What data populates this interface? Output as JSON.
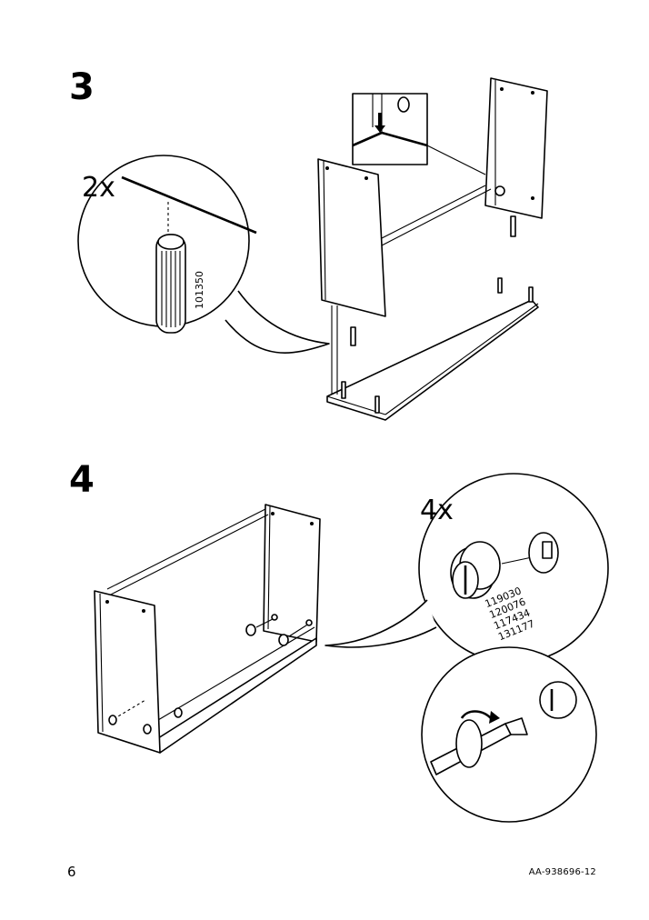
{
  "steps": [
    {
      "number": "3",
      "quantity": "2x",
      "part_numbers": [
        "101350"
      ]
    },
    {
      "number": "4",
      "quantity": "4x",
      "part_numbers": [
        "119030",
        "120076",
        "117434",
        "131177"
      ]
    }
  ],
  "footer": {
    "page_number": "6",
    "document_id": "AA-938696-12"
  },
  "icons": [
    "wooden-dowel-icon",
    "cam-lock-icon",
    "screwdriver-icon",
    "rotate-arrow-icon"
  ]
}
